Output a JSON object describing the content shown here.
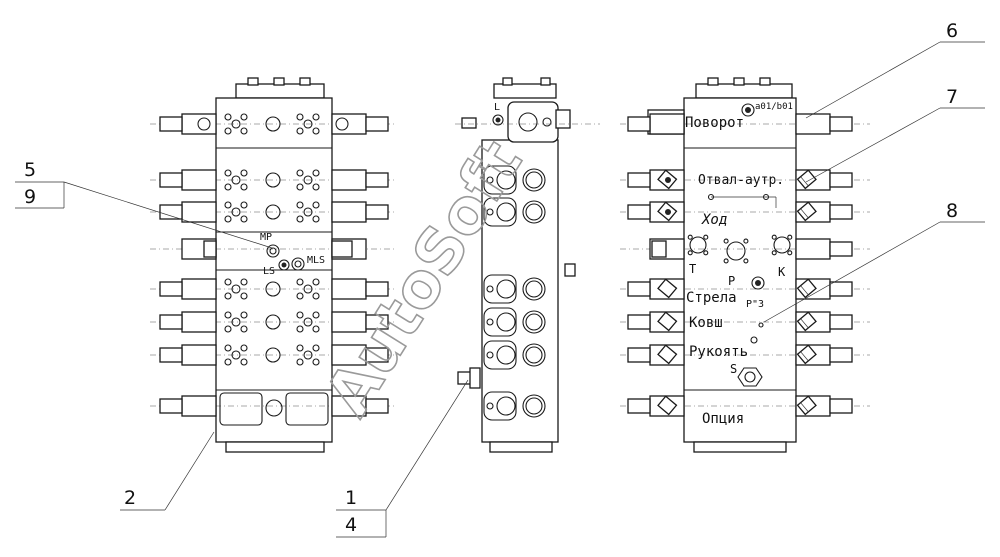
{
  "callouts": [
    "5",
    "9",
    "2",
    "1",
    "4",
    "6",
    "7",
    "8"
  ],
  "left_view": {
    "port_mp": "MP",
    "port_ls": "LS",
    "port_mls": "MLS"
  },
  "middle_view": {
    "port_l": "L"
  },
  "right_view": {
    "section_rotation": "Поворот",
    "port_a01_b01": "a01/b01",
    "section_blade": "Отвал-аутр.",
    "section_travel": "Ход",
    "port_t": "T",
    "port_p": "P",
    "port_k": "K",
    "section_boom": "Стрела",
    "port_p3": "P\"3",
    "section_bucket": "Ковш",
    "section_arm": "Рукоять",
    "port_s": "S",
    "section_option": "Опция"
  },
  "watermark": "AutoSoft"
}
